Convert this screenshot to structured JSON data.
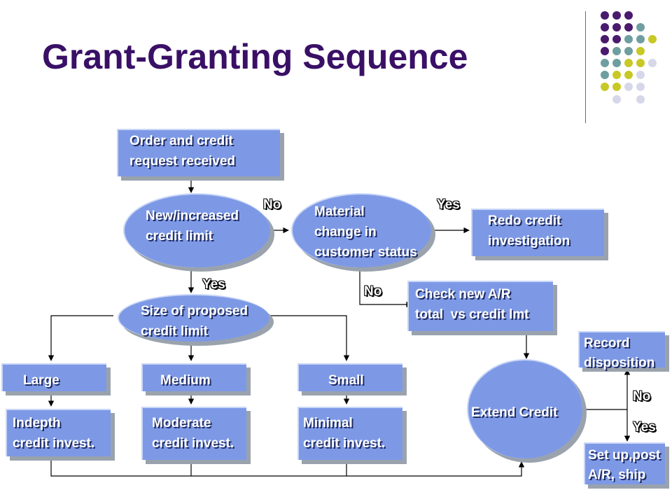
{
  "title": "Grant-Granting Sequence",
  "colors": {
    "title": "#3a1066",
    "shape_fill": "#7d99e6",
    "shadow": "#9aa3ad",
    "dot_purple": "#4a1a6e",
    "dot_teal": "#6f9ea0",
    "dot_yellow": "#c8c826",
    "dot_lavender": "#d7d7ea"
  },
  "nodes": {
    "order": [
      "Order and credit",
      "request received"
    ],
    "new_limit": [
      "New/increased",
      "credit limit"
    ],
    "material": [
      "Material",
      "change in",
      "customer status"
    ],
    "redo": [
      "Redo credit",
      "investigation"
    ],
    "size": [
      "Size of proposed",
      "credit limit"
    ],
    "check": [
      "Check new A/R",
      "total  vs credit lmt"
    ],
    "large": "Large",
    "medium": "Medium",
    "small": "Small",
    "indepth": [
      "Indepth",
      "credit invest."
    ],
    "moderate": [
      "Moderate",
      "credit invest."
    ],
    "minimal": [
      "Minimal",
      "credit invest."
    ],
    "extend": "Extend Credit",
    "record": [
      "Record",
      "disposition"
    ],
    "setup": [
      "Set up,post",
      "A/R, ship"
    ]
  },
  "edge_labels": {
    "no_material": "No",
    "yes_redo": "Yes",
    "yes_size": "Yes",
    "no_check": "No",
    "no_record": "No",
    "yes_setup": "Yes"
  }
}
